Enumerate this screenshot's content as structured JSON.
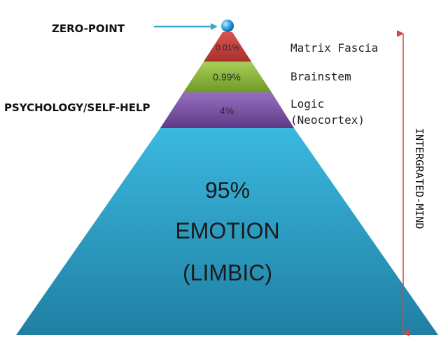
{
  "pointer_label": "ZERO-POINT",
  "side_label": "PSYCHOLOGY/SELF-HELP",
  "vertical_label": "INTERGRATED-MIND",
  "layers": {
    "matrix": {
      "percent": "0.01%",
      "name": "Matrix Fascia",
      "color": "#c43a36"
    },
    "brainstem": {
      "percent": "0.99%",
      "name": "Brainstem",
      "color": "#8fba3c"
    },
    "logic": {
      "percent": "4%",
      "name": "Logic",
      "name_sub": "(Neocortex)",
      "color": "#7c52a6"
    },
    "emotion": {
      "percent": "95%",
      "name": "EMOTION",
      "name_sub": "(LIMBIC)",
      "color": "#2fa7cf"
    }
  },
  "colors": {
    "arrow_blue": "#3aa9c9",
    "range_red": "#d64545",
    "zero_point": "#1f8fd6"
  }
}
